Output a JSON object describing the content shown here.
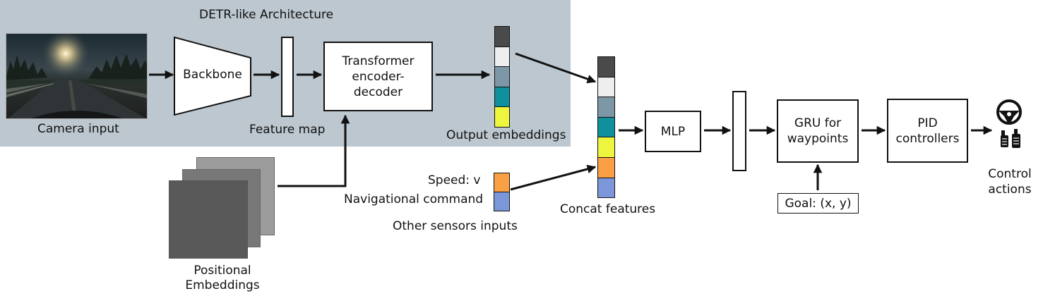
{
  "title": "DETR-like Architecture",
  "camera": {
    "caption": "Camera input"
  },
  "backbone": {
    "label": "Backbone"
  },
  "feature_map": {
    "caption": "Feature map"
  },
  "transformer": {
    "label": "Transformer encoder-decoder"
  },
  "output_embeddings": {
    "caption": "Output embeddings",
    "colors": [
      "#4a4a4a",
      "#eeeeee",
      "#7e97a6",
      "#0f909c",
      "#eef53f"
    ]
  },
  "positional": {
    "caption": "Positional Embeddings"
  },
  "sensors": {
    "speed": "Speed: v",
    "nav": "Navigational command",
    "other": "Other sensors inputs",
    "colors": [
      "#f8a043",
      "#7b97d9"
    ]
  },
  "concat": {
    "caption": "Concat features",
    "colors": [
      "#4a4a4a",
      "#eeeeee",
      "#7e97a6",
      "#0f909c",
      "#eef53f",
      "#f8a043",
      "#7b97d9"
    ]
  },
  "mlp": {
    "label": "MLP"
  },
  "gru": {
    "label": "GRU for waypoints"
  },
  "goal": {
    "label": "Goal: (x, y)"
  },
  "pid": {
    "label": "PID controllers"
  },
  "control": {
    "caption": "Control actions",
    "icon": "steering-wheel-pedals-icon"
  }
}
